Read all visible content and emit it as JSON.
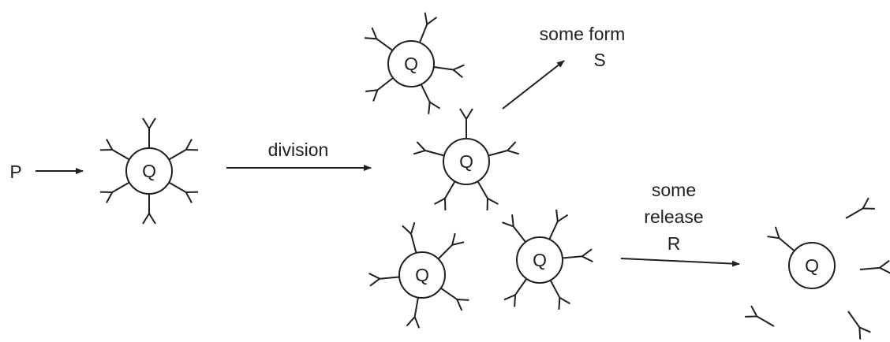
{
  "colors": {
    "ink": "#231f20",
    "background": "#ffffff"
  },
  "diagram": {
    "start_label": "P",
    "cell_label": "Q",
    "division_label": "division",
    "form_label_line1": "some form",
    "form_label_line2": "S",
    "release_label_line1": "some",
    "release_label_line2": "release",
    "release_label_line3": "R"
  }
}
